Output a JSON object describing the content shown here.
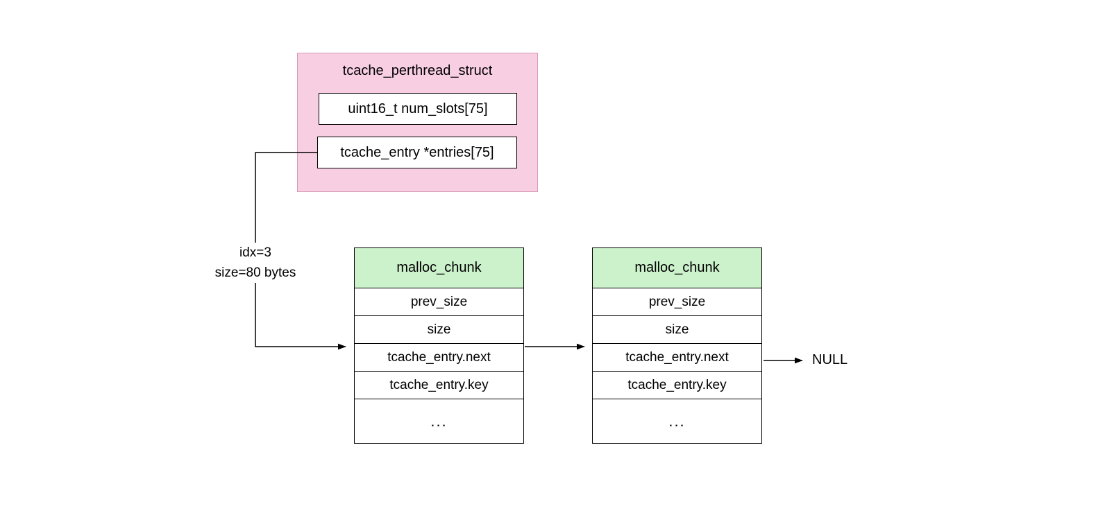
{
  "diagram": {
    "struct_box": {
      "title": "tcache_perthread_struct",
      "fields": [
        "uint16_t num_slots[75]",
        "tcache_entry *entries[75]"
      ]
    },
    "edge_label": {
      "line1": "idx=3",
      "line2": "size=80 bytes"
    },
    "chunks": [
      {
        "title": "malloc_chunk",
        "rows": [
          "prev_size",
          "size",
          "tcache_entry.next",
          "tcache_entry.key",
          "..."
        ]
      },
      {
        "title": "malloc_chunk",
        "rows": [
          "prev_size",
          "size",
          "tcache_entry.next",
          "tcache_entry.key",
          "..."
        ]
      }
    ],
    "null_label": "NULL",
    "colors": {
      "struct_fill": "#f8cee3",
      "struct_border": "#d79ab8",
      "chunk_header_fill": "#ccf2cc",
      "line_color": "#000000"
    }
  }
}
